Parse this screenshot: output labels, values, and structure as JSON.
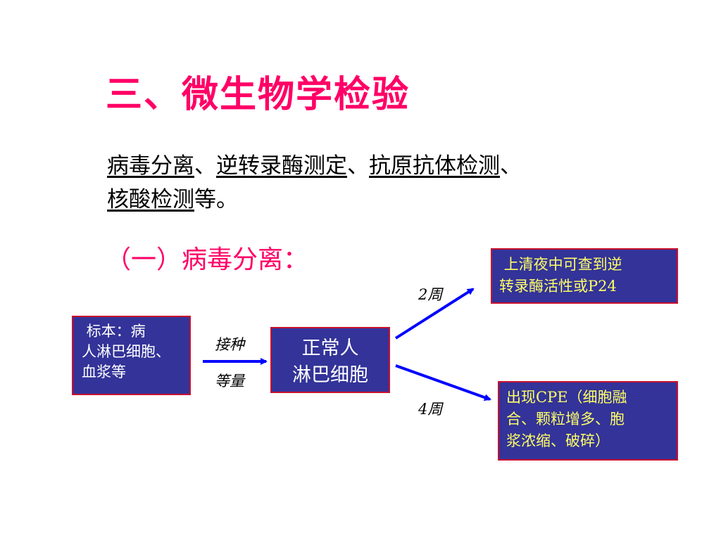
{
  "slide": {
    "title": "三、微生物学检验",
    "intro": {
      "items": [
        "病毒分离",
        "逆转录酶测定",
        "抗原抗体检测",
        "核酸检测"
      ],
      "separator": "、",
      "suffix": "等。"
    },
    "section_heading": "（一）病毒分离："
  },
  "diagram": {
    "nodes": {
      "specimen": {
        "lines": [
          " 标本：病",
          "人淋巴细胞、",
          "血浆等"
        ]
      },
      "normal_cells": {
        "lines": [
          "正常人",
          "淋巴细胞"
        ]
      },
      "result_2w": {
        "lines": [
          " 上清夜中可查到逆",
          "转录酶活性或P24"
        ]
      },
      "result_4w": {
        "lines": [
          "出现CPE（细胞融",
          "合、颗粒增多、胞",
          "浆浓缩、破碎）"
        ]
      }
    },
    "edge_labels": {
      "inoculate_top": "接种",
      "inoculate_bottom": "等量",
      "two_weeks": "2周",
      "four_weeks": "4周"
    }
  },
  "colors": {
    "title": "#ff0066",
    "box_fill": "#333399",
    "box_border": "#c8102e",
    "box_text_yellow": "#ffff66",
    "box_text_white": "#ffffff",
    "arrow": "#0000ff"
  }
}
